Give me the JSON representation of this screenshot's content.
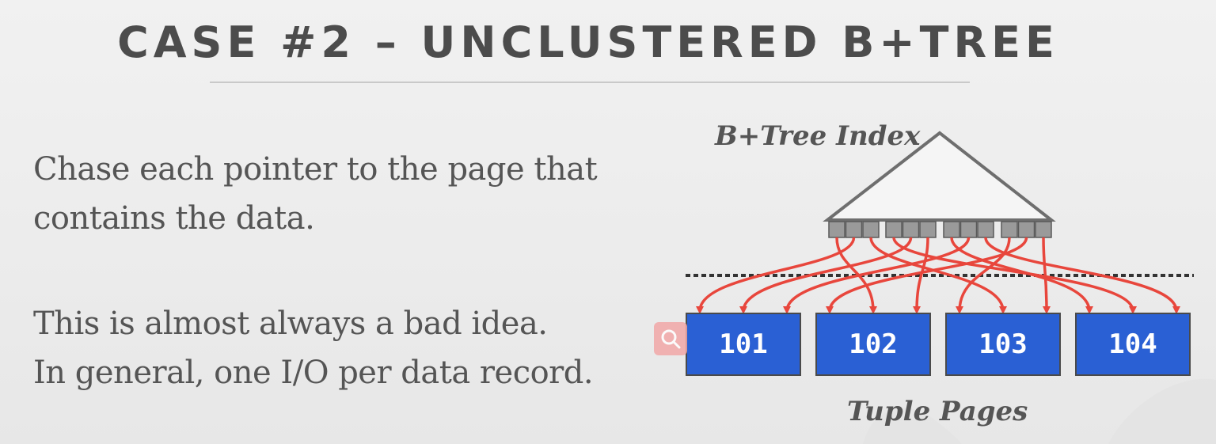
{
  "title": "CASE #2 – UNCLUSTERED B+TREE",
  "bullets": [
    {
      "lines": [
        "Chase each pointer to the page that",
        "contains the data."
      ]
    },
    {
      "lines": [
        "This is almost always a bad idea.",
        "In general, one I/O per data record."
      ]
    }
  ],
  "diagram": {
    "index_label": "B+Tree Index",
    "pages_label": "Tuple Pages",
    "pages": [
      "101",
      "102",
      "103",
      "104"
    ],
    "colors": {
      "page_fill": "#2a60d4",
      "pointer": "#e8463c",
      "tree_outline": "#6e6e6e",
      "leaf_fill": "#9a9a9a"
    }
  },
  "icons": {
    "search": "search-icon"
  }
}
